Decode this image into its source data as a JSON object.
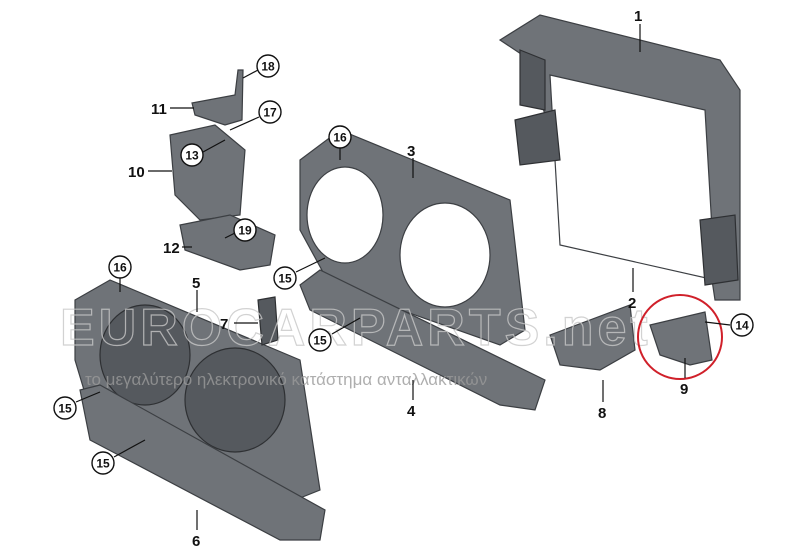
{
  "diagram": {
    "part_numbers": [
      "1",
      "2",
      "3",
      "4",
      "5",
      "6",
      "7",
      "8",
      "9",
      "10",
      "11",
      "12"
    ],
    "callouts": [
      "13",
      "14",
      "15",
      "15",
      "15",
      "15",
      "16",
      "16",
      "17",
      "18",
      "19"
    ],
    "highlight_color": "#d0202a"
  },
  "watermark": {
    "logo_text": "EUROCARPARTS.net",
    "tagline": "το μεγαλύτερο ηλεκτρονικό κατάστημα ανταλλακτικών"
  }
}
